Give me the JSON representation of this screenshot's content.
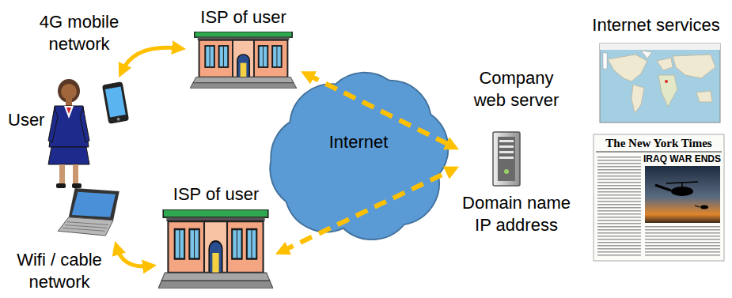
{
  "diagram": {
    "nodes": [
      {
        "text": [
          "User"
        ]
      },
      {
        "text": [
          "ISP of user"
        ]
      },
      {
        "text": [
          "Internet"
        ]
      },
      {
        "text": [
          "ISP of user"
        ]
      },
      {
        "text": [
          "Company web server",
          "Domain name IP address"
        ]
      }
    ],
    "edges": [
      {
        "from": 0,
        "to": 1,
        "arrow": "both",
        "label": "4G mobile network"
      },
      {
        "from": 0,
        "to": 3,
        "arrow": "both",
        "label": "Wifi / cable network"
      },
      {
        "from": 1,
        "to": 4,
        "arrow": "both"
      },
      {
        "from": 3,
        "to": 4,
        "arrow": "both"
      }
    ],
    "labels": [
      "Internet services",
      "The New York Times",
      "IRAQ WAR ENDS"
    ]
  }
}
